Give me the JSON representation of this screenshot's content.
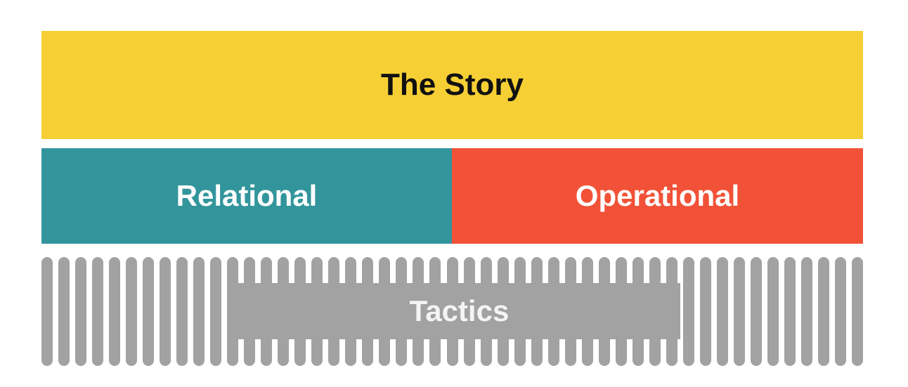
{
  "layers": {
    "story": {
      "label": "The Story",
      "color": "#F6CF34"
    },
    "relational": {
      "label": "Relational",
      "color": "#33959C"
    },
    "operational": {
      "label": "Operational",
      "color": "#F15237"
    },
    "tactics": {
      "label": "Tactics",
      "color": "#A2A2A2"
    }
  }
}
